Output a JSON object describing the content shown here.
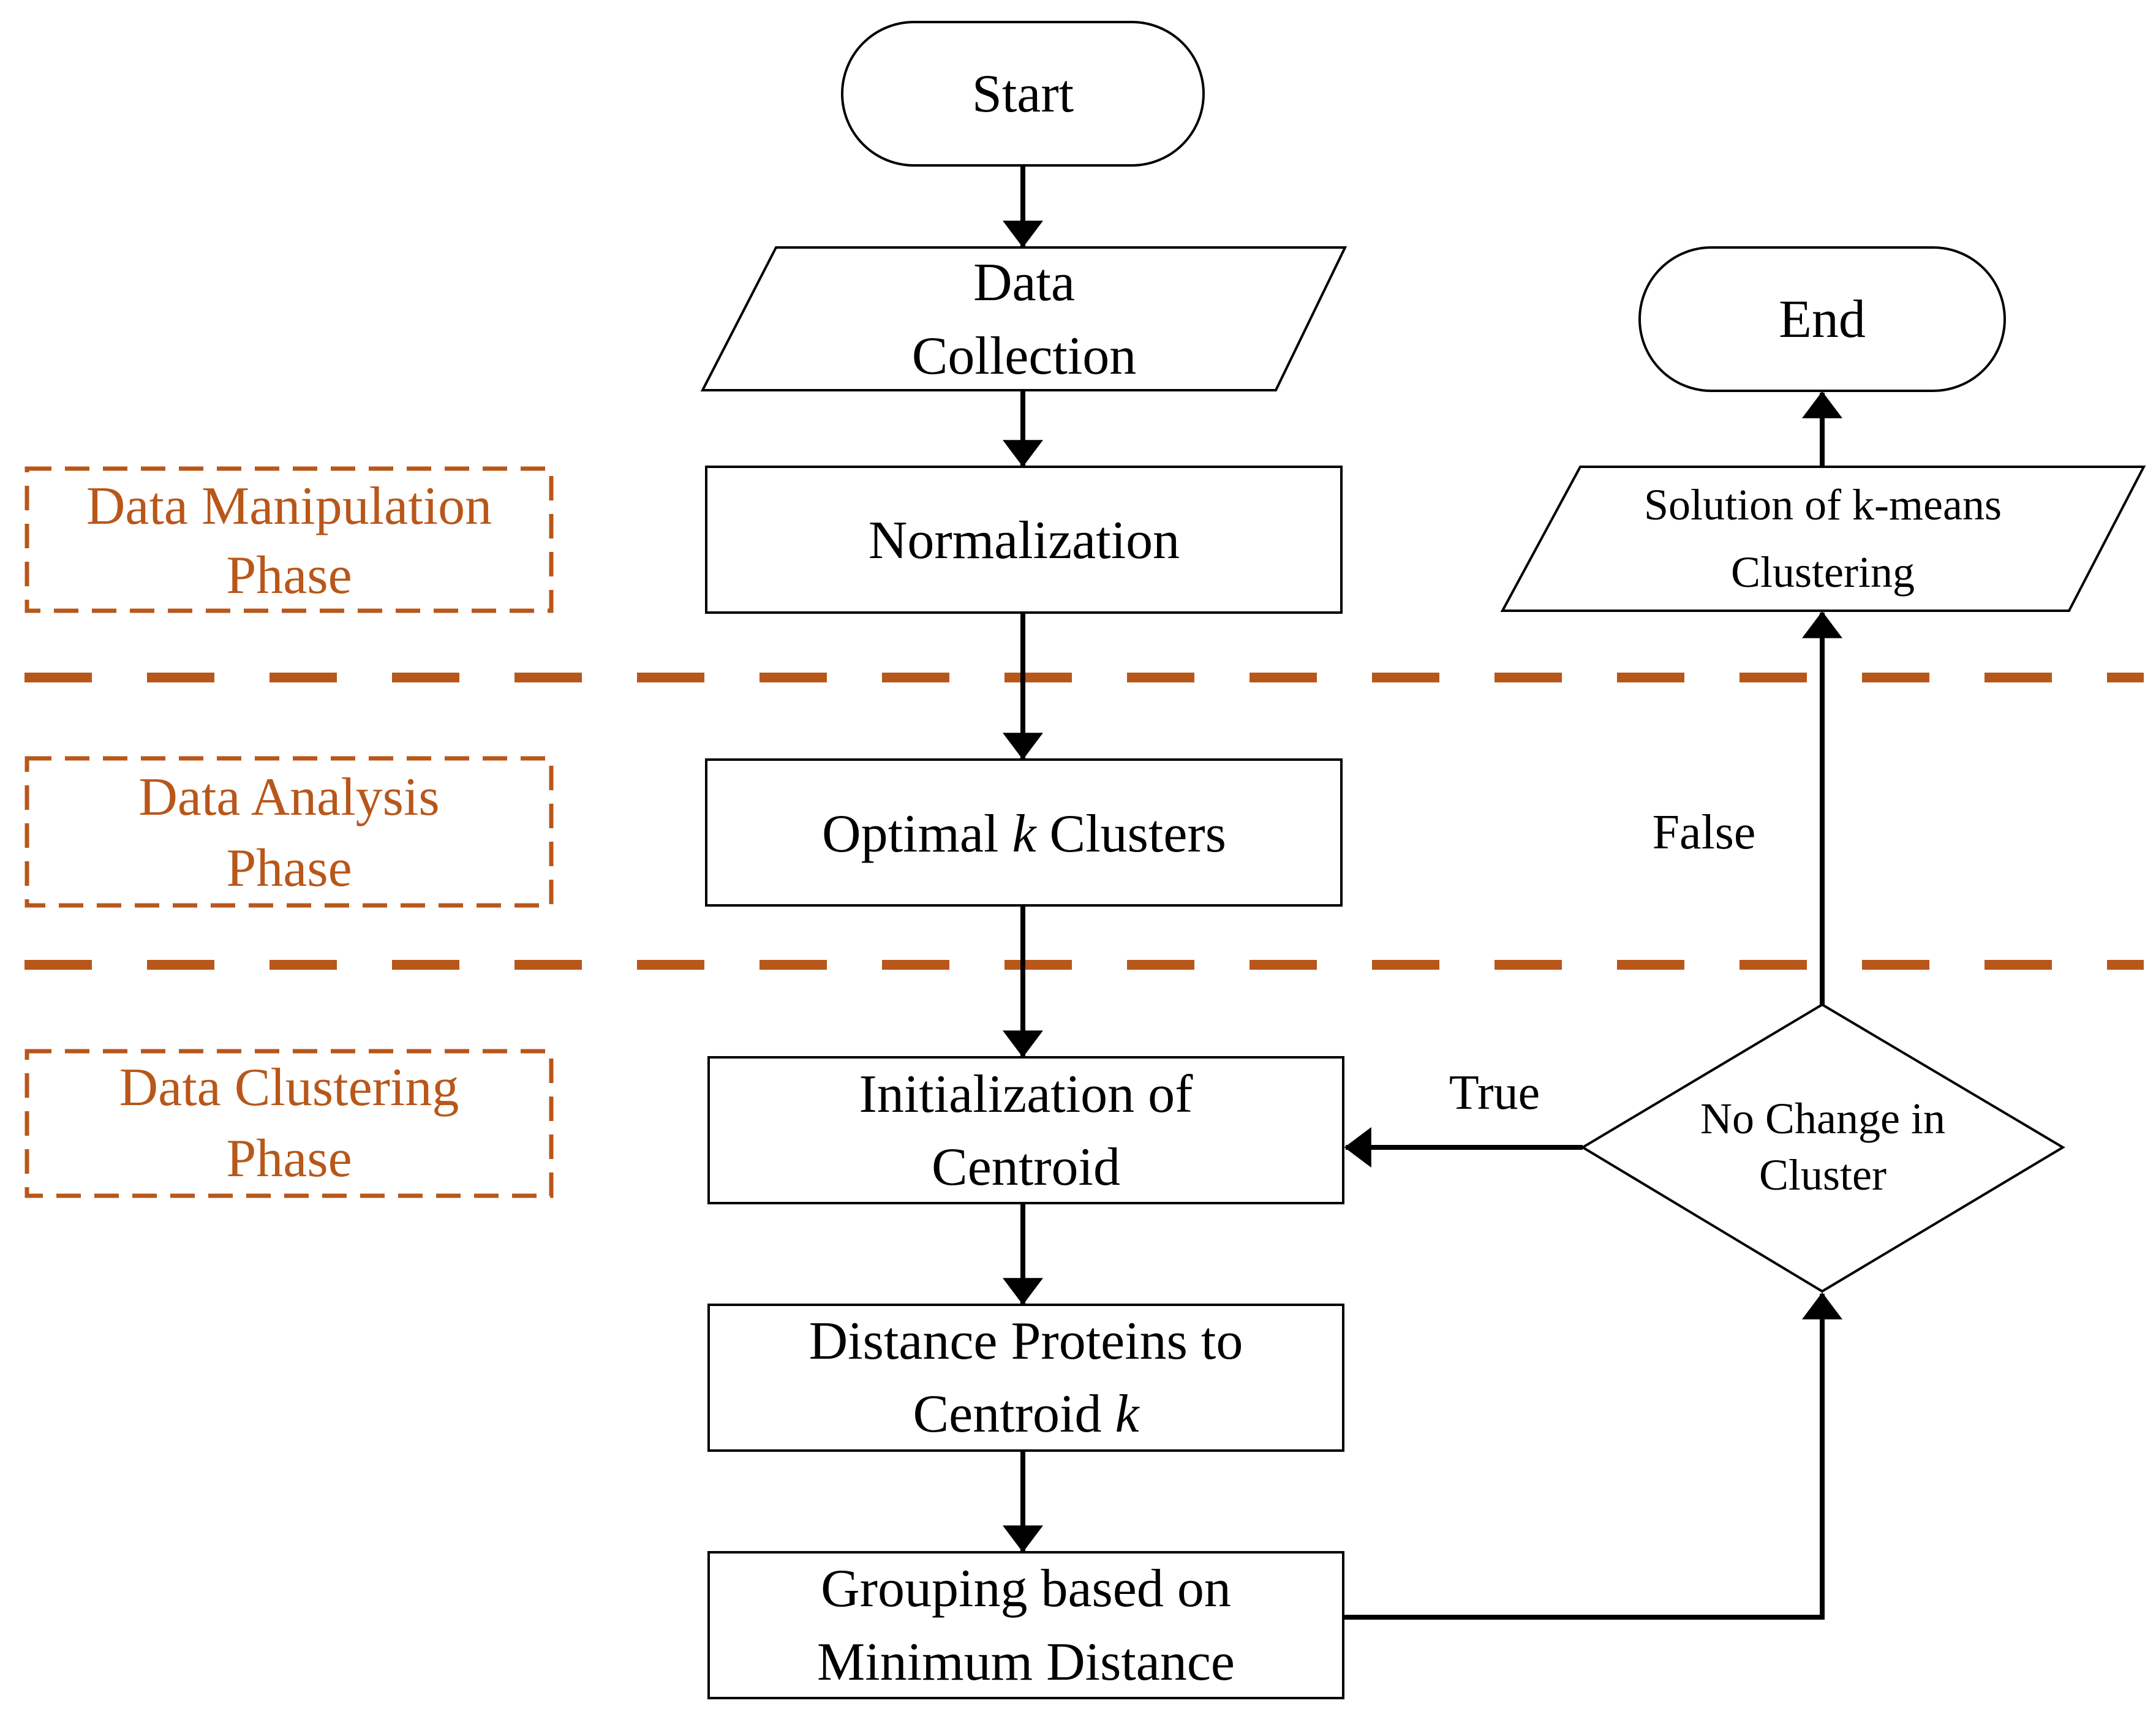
{
  "colors": {
    "phase": "#B8571A",
    "stroke": "#000000",
    "background": "#FFFFFF"
  },
  "phases": {
    "manipulation": [
      "Data Manipulation",
      "Phase"
    ],
    "analysis": [
      "Data Analysis",
      "Phase"
    ],
    "clustering": [
      "Data Clustering",
      "Phase"
    ]
  },
  "nodes": {
    "start": "Start",
    "data_collection": [
      "Data",
      "Collection"
    ],
    "normalization": "Normalization",
    "optimal_k": {
      "before": "Optimal ",
      "italic": "k",
      "after": " Clusters"
    },
    "initialization": [
      "Initialization of",
      "Centroid"
    ],
    "distance": {
      "line1": "Distance Proteins to",
      "line2_before": "Centroid ",
      "line2_italic": "k"
    },
    "grouping": [
      "Grouping based on",
      "Minimum Distance"
    ],
    "decision": [
      "No Change in",
      "Cluster"
    ],
    "solution": [
      "Solution of k-means",
      "Clustering"
    ],
    "end": "End"
  },
  "edge_labels": {
    "true": "True",
    "false": "False"
  }
}
